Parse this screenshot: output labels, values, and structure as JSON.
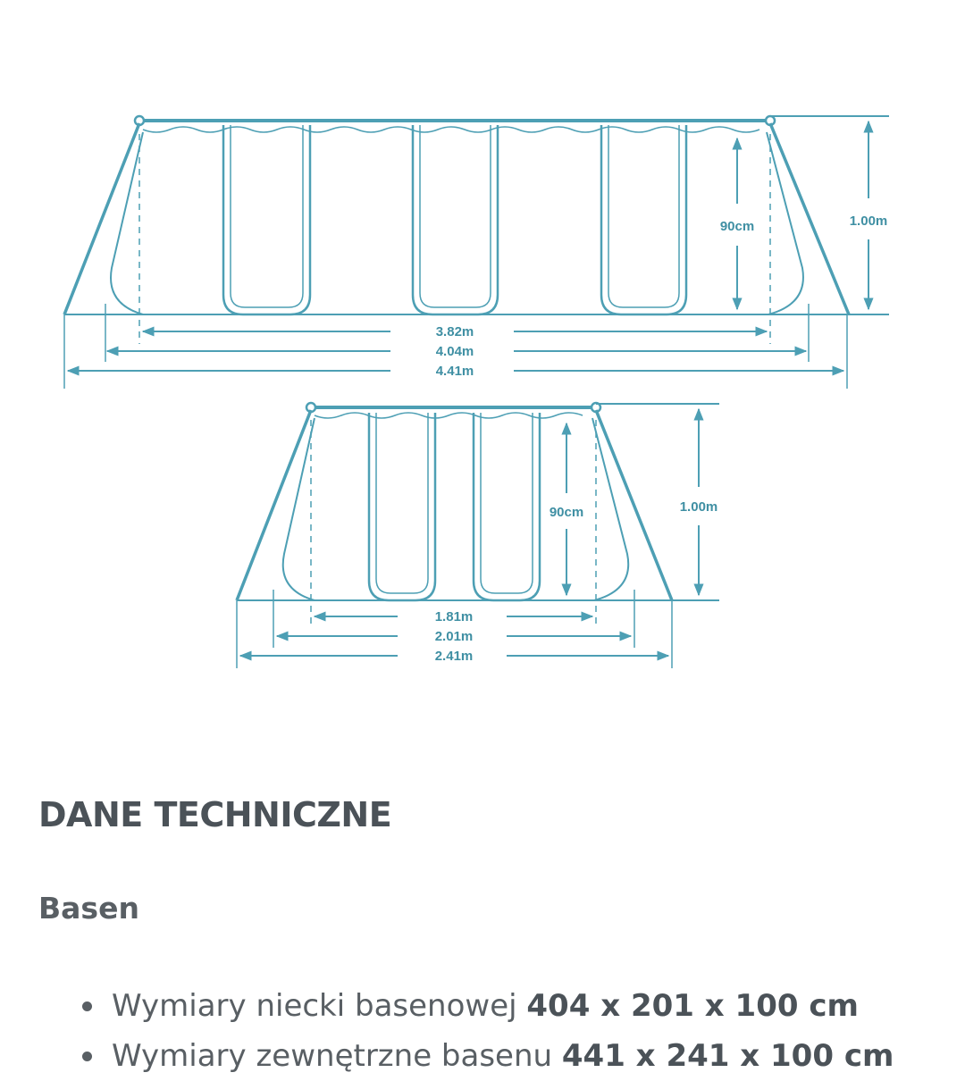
{
  "diagram": {
    "large": {
      "inner_length": "3.82m",
      "mid_length": "4.04m",
      "outer_length": "4.41m",
      "water_depth": "90cm",
      "height": "1.00m"
    },
    "small": {
      "inner_length": "1.81m",
      "mid_length": "2.01m",
      "outer_length": "2.41m",
      "water_depth": "90cm",
      "height": "1.00m"
    }
  },
  "section": {
    "title": "DANE TECHNICZNE"
  },
  "subsection": {
    "title": "Basen"
  },
  "specs": [
    {
      "label": "Wymiary niecki basenowej",
      "value": "404 x 201 x 100 cm"
    },
    {
      "label": "Wymiary zewnętrzne basenu",
      "value": "441 x 241 x 100 cm"
    }
  ],
  "colors": {
    "line": "#4d9fb4",
    "text": "#3f8fa3",
    "heading": "#4b5258"
  }
}
